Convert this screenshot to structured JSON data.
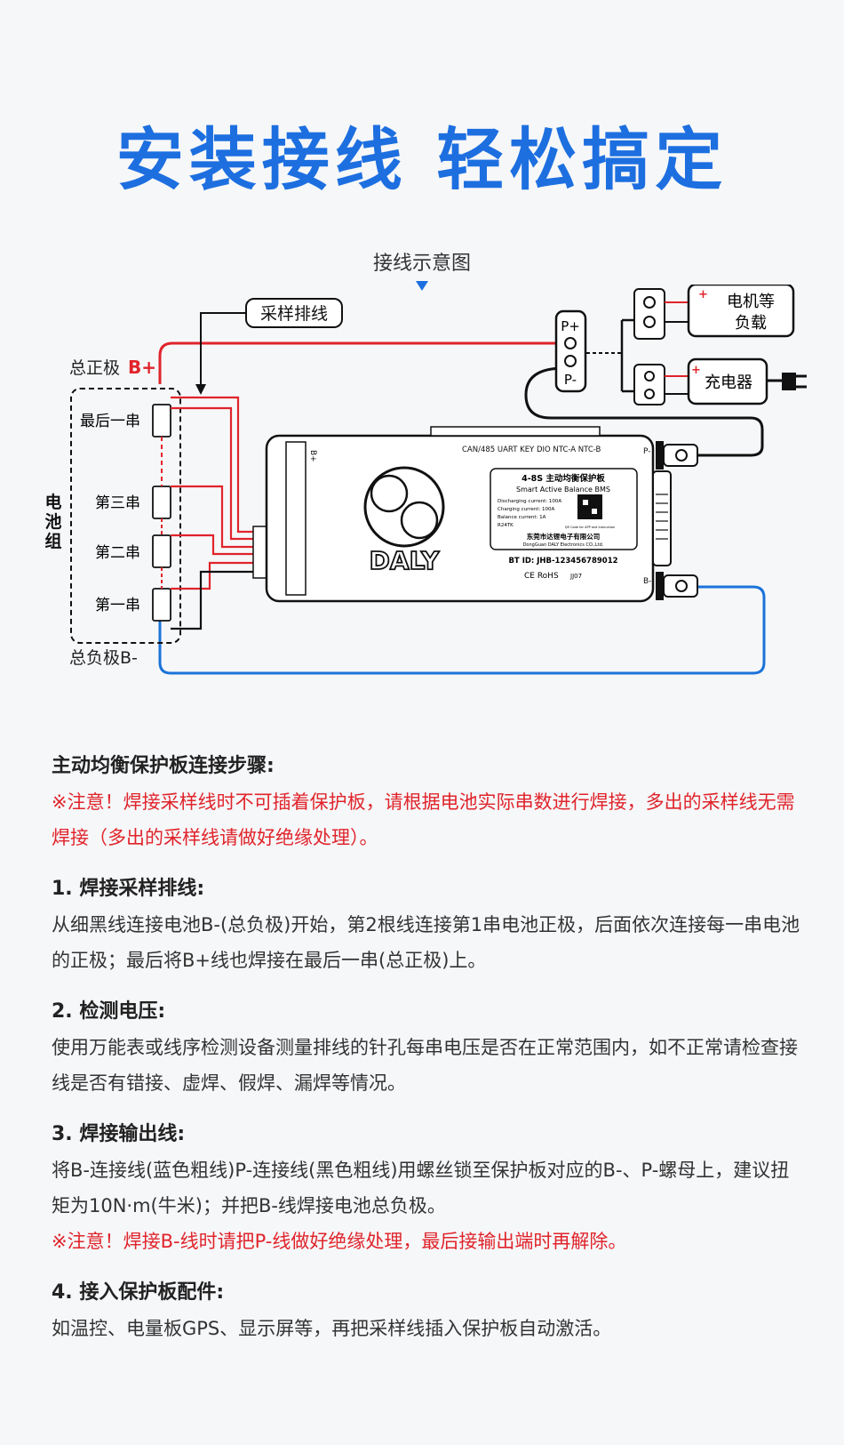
{
  "title": "安装接线 轻松搞定",
  "diagram": {
    "caption": "接线示意图",
    "sampling_label": "采样排线",
    "total_positive_label": "总正极",
    "total_positive_sym": "B+",
    "total_negative_label": "总负极B-",
    "pack_label": "电池组",
    "cells": [
      "最后一串",
      "第三串",
      "第二串",
      "第一串"
    ],
    "p_connector": {
      "top": "P+",
      "bottom": "P-"
    },
    "load_label": "电机等负载",
    "charger_label": "充电器",
    "bms": {
      "brand": "DALY",
      "model": "4-8S 主动均衡保护板",
      "subtitle": "Smart Active Balance BMS",
      "specs": [
        "Discharging current: 100A",
        "Charging current: 100A",
        "Balance current: 1A",
        "R24TK"
      ],
      "qr_caption": "QR Code for APP and Instruction",
      "maker_cn": "东莞市达锂电子有限公司",
      "maker_en": "DongGuan DALY Electronics CO.,Ltd.",
      "bt_id": "BT ID: JHB-123456789012",
      "marks": "CE RoHS",
      "code": "JJ07",
      "ports": "CAN/485  UART  KEY  DIO  NTC-A  NTC-B",
      "b_plus": "B+",
      "p_minus": "P-",
      "b_minus": "B-"
    }
  },
  "steps": {
    "heading": "主动均衡保护板连接步骤:",
    "warning": "※注意！焊接采样线时不可插着保护板，请根据电池实际串数进行焊接，多出的采样线无需焊接（多出的采样线请做好绝缘处理）。",
    "items": [
      {
        "title": "1. 焊接采样排线:",
        "text": "从细黑线连接电池B-(总负极)开始，第2根线连接第1串电池正极，后面依次连接每一串电池的正极；最后将B+线也焊接在最后一串(总正极)上。",
        "note": ""
      },
      {
        "title": "2. 检测电压:",
        "text": "使用万能表或线序检测设备测量排线的针孔每串电压是否在正常范围内，如不正常请检查接线是否有错接、虚焊、假焊、漏焊等情况。",
        "note": ""
      },
      {
        "title": "3. 焊接输出线:",
        "text": "将B-连接线(蓝色粗线)P-连接线(黑色粗线)用螺丝锁至保护板对应的B-、P-螺母上，建议扭矩为10N·m(牛米)；并把B-线焊接电池总负极。",
        "note": "※注意！焊接B-线时请把P-线做好绝缘处理，最后接输出端时再解除。"
      },
      {
        "title": "4. 接入保护板配件:",
        "text": "如温控、电量板GPS、显示屏等，再把采样线插入保护板自动激活。",
        "note": ""
      }
    ]
  }
}
